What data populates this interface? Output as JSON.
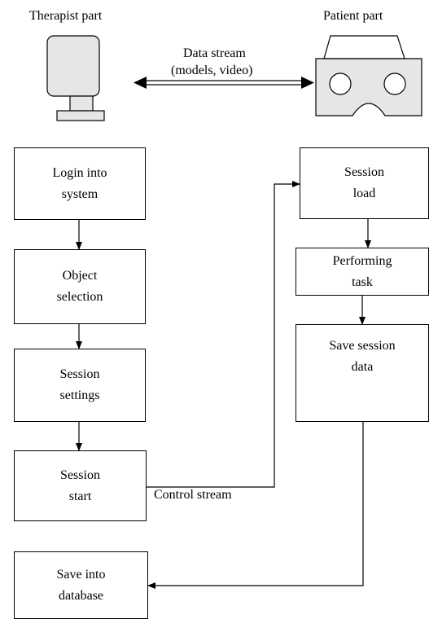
{
  "therapist_part": {
    "title": "Therapist part",
    "device_icon": "monitor-icon"
  },
  "patient_part": {
    "title": "Patient part",
    "device_icon": "vr-headset-icon"
  },
  "data_stream": {
    "line1": "Data stream",
    "line2": "(models, video)"
  },
  "control_stream": {
    "label": "Control stream"
  },
  "therapist_steps": [
    "Login into\nsystem",
    "Object\nselection",
    "Session\nsettings",
    "Session\nstart",
    "Save into\ndatabase"
  ],
  "patient_steps": [
    "Session\nload",
    "Performing\ntask",
    "Save session\ndata"
  ],
  "colors": {
    "device_fill": "#e6e6e6",
    "stroke": "#000000"
  }
}
